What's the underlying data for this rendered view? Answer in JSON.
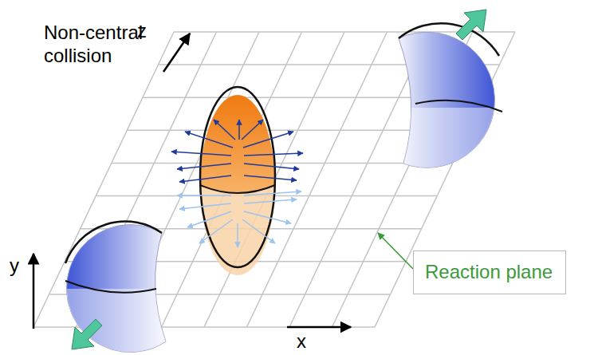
{
  "diagram": {
    "nodes": [
      {
        "text": [
          "Reaction plane"
        ]
      }
    ],
    "labels": [
      "Non-central collision",
      "z",
      "y",
      "x"
    ]
  }
}
